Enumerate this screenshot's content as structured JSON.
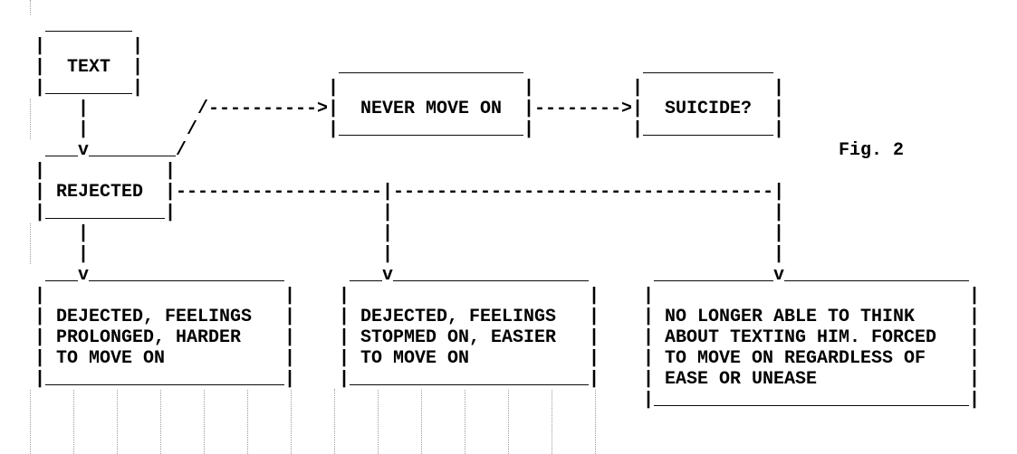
{
  "figure_label": "Fig. 2",
  "colors": {
    "ink": "#000000",
    "gridline": "#9c9c9c",
    "background": "#ffffff"
  },
  "nodes": {
    "text": {
      "label": "TEXT",
      "art": [
        " ________",
        "|        |",
        "|  TEXT  |",
        "|________|"
      ]
    },
    "rejected": {
      "label": "REJECTED",
      "art": [
        " ___v________",
        "|           |",
        "| REJECTED  |",
        "|___________|"
      ]
    },
    "never_move_on": {
      "label": "NEVER MOVE ON",
      "art": [
        " _________________",
        "|                 |",
        "|  NEVER MOVE ON  |",
        "|_________________|"
      ]
    },
    "suicide": {
      "label": "SUICIDE?",
      "art": [
        " ____________",
        "|            |",
        "|  SUICIDE?  |",
        "|____________|"
      ]
    },
    "outcome_prolonged": {
      "label": "DEJECTED, FEELINGS PROLONGED, HARDER TO MOVE ON",
      "art": [
        " ___v__________________",
        "|                      |",
        "| DEJECTED, FEELINGS   |",
        "| PROLONGED, HARDER    |",
        "| TO MOVE ON           |",
        "|______________________|"
      ]
    },
    "outcome_stopped": {
      "label": "DEJECTED, FEELINGS STOPMED ON, EASIER TO MOVE ON",
      "art": [
        " ___v__________________",
        "|                      |",
        "| DEJECTED, FEELINGS   |",
        "| STOPMED ON, EASIER   |",
        "| TO MOVE ON           |",
        "|______________________|"
      ]
    },
    "outcome_forced": {
      "label": "NO LONGER ABLE TO THINK ABOUT TEXTING HIM. FORCED TO MOVE ON REGARDLESS OF EASE OR UNEASE",
      "art": [
        " ___________v_________________",
        "|                             |",
        "| NO LONGER ABLE TO THINK     |",
        "| ABOUT TEXTING HIM. FORCED   |",
        "| TO MOVE ON REGARDLESS OF    |",
        "| EASE OR UNEASE              |",
        "|_____________________________|"
      ]
    }
  },
  "connectors": {
    "text_to_rejected": [
      "|",
      "|"
    ],
    "diagonal_branch": [
      "  /",
      " /",
      "/"
    ],
    "arrow_to_never": "---------->",
    "arrow_never_to_suicide": "-------->",
    "rejected_branch_line": "-------------------|-----------------------------------|",
    "drop_left": [
      "|",
      "|"
    ],
    "drop_center": [
      "|",
      "|",
      "|"
    ],
    "drop_right": [
      "|",
      "|",
      "|"
    ]
  }
}
